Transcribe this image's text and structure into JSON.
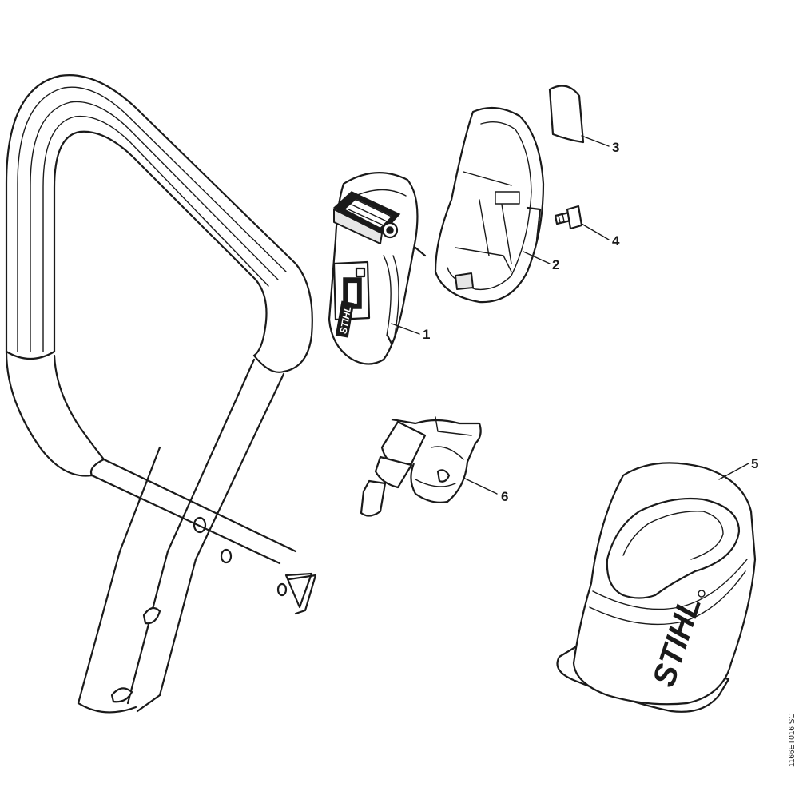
{
  "diagram": {
    "callouts": [
      {
        "id": "1",
        "label": "1"
      },
      {
        "id": "2",
        "label": "2"
      },
      {
        "id": "3",
        "label": "3"
      },
      {
        "id": "4",
        "label": "4"
      },
      {
        "id": "5",
        "label": "5"
      },
      {
        "id": "6",
        "label": "6"
      }
    ],
    "brand_marks": [
      "STIHL",
      "STIHL"
    ],
    "drawing_reference": "1166ET016 SC"
  }
}
